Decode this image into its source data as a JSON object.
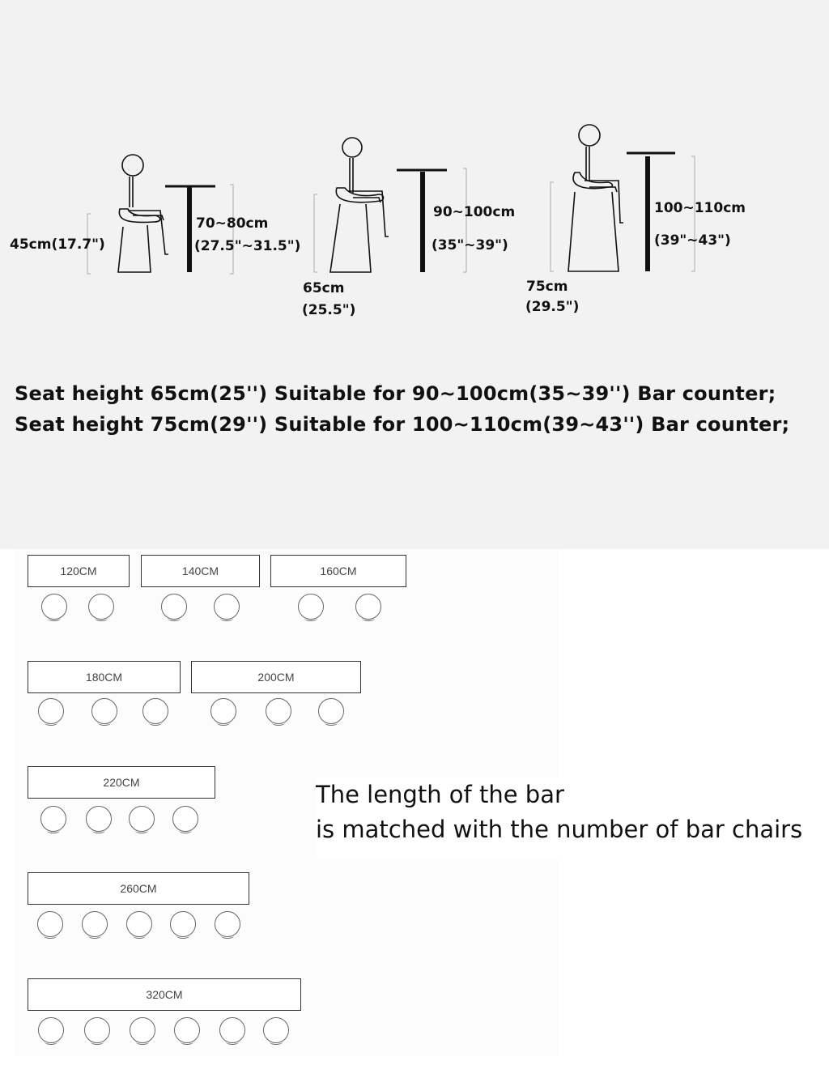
{
  "diagram_top": {
    "low": {
      "seat": "45cm(17.7\")",
      "counter_cm": "70~80cm",
      "counter_in": "(27.5\"~31.5\")"
    },
    "mid": {
      "seat_cm": "65cm",
      "seat_in": "(25.5\")",
      "counter_cm": "90~100cm",
      "counter_in": "(35\"~39\")"
    },
    "high": {
      "seat_cm": "75cm",
      "seat_in": "(29.5\")",
      "counter_cm": "100~110cm",
      "counter_in": "(39\"~43\")"
    }
  },
  "seat_heights": [
    "Seat height 65cm(25'') Suitable for 90~100cm(35~39'') Bar counter;",
    "Seat height 75cm(29'') Suitable for 100~110cm(39~43'') Bar counter;"
  ],
  "bars": [
    {
      "label": "120CM",
      "chairs": 2
    },
    {
      "label": "140CM",
      "chairs": 2
    },
    {
      "label": "160CM",
      "chairs": 2
    },
    {
      "label": "180CM",
      "chairs": 3
    },
    {
      "label": "200CM",
      "chairs": 3
    },
    {
      "label": "220CM",
      "chairs": 4
    },
    {
      "label": "260CM",
      "chairs": 5
    },
    {
      "label": "320CM",
      "chairs": 6
    }
  ],
  "note": {
    "line1": "The length of the bar",
    "line2": "is matched with the number of bar chairs"
  }
}
